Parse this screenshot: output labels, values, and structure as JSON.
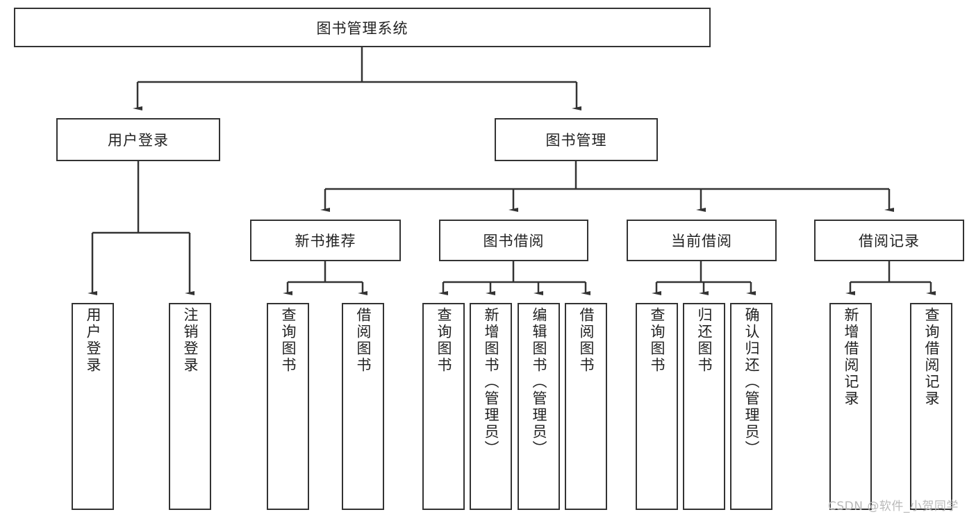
{
  "diagram": {
    "type": "hierarchy-tree",
    "title": "图书管理系统",
    "orientation": "top-down",
    "levels": 4,
    "colors": {
      "box_border": "#333333",
      "box_fill": "#ffffff",
      "edge": "#333333",
      "text": "#222222",
      "watermark": "#b9b9b9",
      "background": "#ffffff"
    },
    "nodes": {
      "root": {
        "label": "图书管理系统"
      },
      "level2": [
        {
          "id": "user-login",
          "label": "用户登录"
        },
        {
          "id": "book-management",
          "label": "图书管理"
        }
      ],
      "level3": [
        {
          "id": "new-book-recommend",
          "label": "新书推荐",
          "parent": "book-management"
        },
        {
          "id": "book-borrow",
          "label": "图书借阅",
          "parent": "book-management"
        },
        {
          "id": "current-borrow",
          "label": "当前借阅",
          "parent": "book-management"
        },
        {
          "id": "borrow-record",
          "label": "借阅记录",
          "parent": "book-management"
        }
      ],
      "leaves": [
        {
          "id": "leaf-user-login",
          "label": "用户登录",
          "parent": "user-login"
        },
        {
          "id": "leaf-logout-login",
          "label": "注销登录",
          "parent": "user-login"
        },
        {
          "id": "leaf-query-book-1",
          "label": "查询图书",
          "parent": "new-book-recommend"
        },
        {
          "id": "leaf-borrow-book-1",
          "label": "借阅图书",
          "parent": "new-book-recommend"
        },
        {
          "id": "leaf-query-book-2",
          "label": "查询图书",
          "parent": "book-borrow"
        },
        {
          "id": "leaf-add-book",
          "label": "新增图书（管理员）",
          "parent": "book-borrow"
        },
        {
          "id": "leaf-edit-book",
          "label": "编辑图书（管理员）",
          "parent": "book-borrow"
        },
        {
          "id": "leaf-borrow-book-2",
          "label": "借阅图书",
          "parent": "book-borrow"
        },
        {
          "id": "leaf-query-book-3",
          "label": "查询图书",
          "parent": "current-borrow"
        },
        {
          "id": "leaf-return-book",
          "label": "归还图书",
          "parent": "current-borrow"
        },
        {
          "id": "leaf-confirm-return",
          "label": "确认归还（管理员）",
          "parent": "current-borrow"
        },
        {
          "id": "leaf-add-record",
          "label": "新增借阅记录",
          "parent": "borrow-record"
        },
        {
          "id": "leaf-query-record",
          "label": "查询借阅记录",
          "parent": "borrow-record"
        }
      ]
    },
    "watermark": "CSDN @软件_小贺同学"
  }
}
